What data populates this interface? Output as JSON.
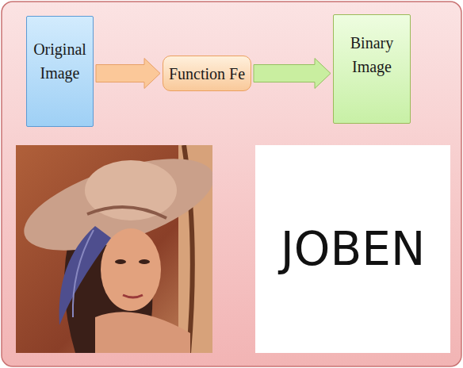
{
  "diagram": {
    "nodes": [
      {
        "text": [
          "Original Image"
        ]
      },
      {
        "text": [
          "Function Fe"
        ]
      },
      {
        "text": [
          "Binary Image"
        ]
      },
      {
        "text": [
          "JOBEN"
        ]
      }
    ],
    "edges": [
      {
        "from": 0,
        "to": 1,
        "arrow": "to"
      },
      {
        "from": 1,
        "to": 2,
        "arrow": "to"
      }
    ]
  }
}
